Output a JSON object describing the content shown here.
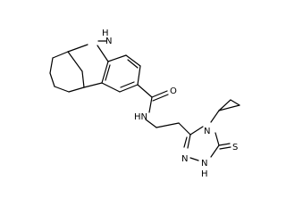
{
  "molecule": {
    "atoms": {
      "indole_nh": "N",
      "indole_nh_h": "H",
      "amide_o": "O",
      "amide_nh": "HN",
      "triazole_n4": "N",
      "triazole_n2": "N",
      "triazole_n1": "N",
      "triazole_n1_h": "H",
      "thione_s": "S"
    },
    "colors": {
      "bond": "#000000",
      "label": "#000000",
      "background": "#ffffff"
    }
  }
}
